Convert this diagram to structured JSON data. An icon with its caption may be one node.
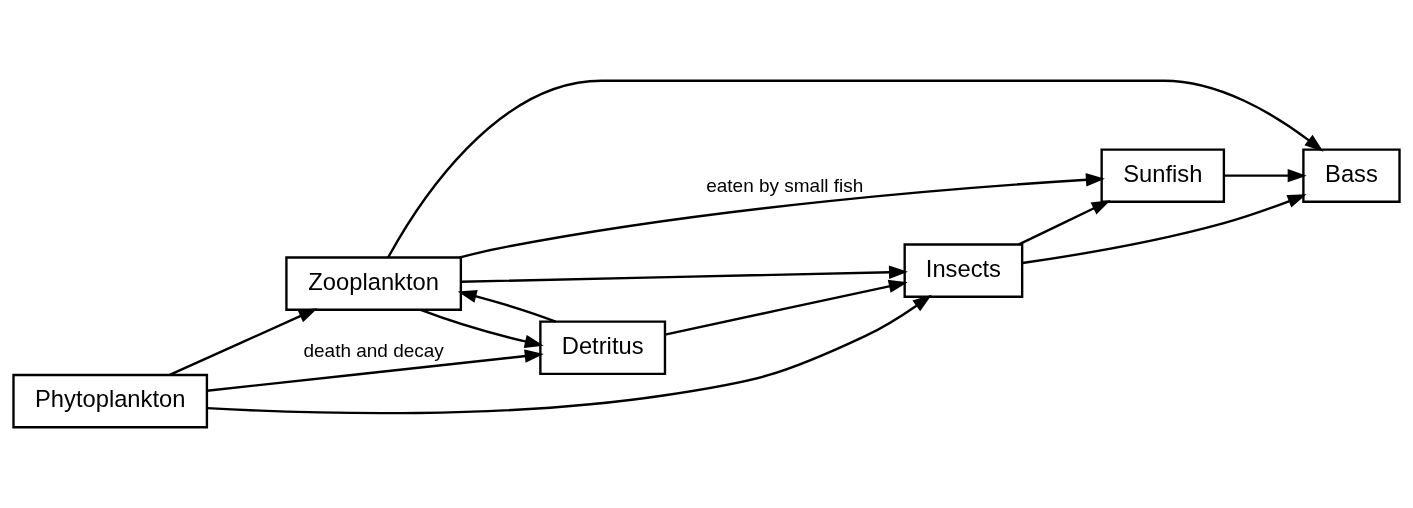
{
  "diagram": {
    "nodes": [
      {
        "text": [
          "Phytoplankton"
        ]
      },
      {
        "text": [
          "Zooplankton"
        ]
      },
      {
        "text": [
          "Detritus"
        ]
      },
      {
        "text": [
          "Insects"
        ]
      },
      {
        "text": [
          "Sunfish"
        ]
      },
      {
        "text": [
          "Bass"
        ]
      }
    ],
    "edges": [
      {
        "from": 0,
        "to": 3,
        "arrow": "to"
      },
      {
        "from": 0,
        "to": 1,
        "arrow": "to"
      },
      {
        "from": 0,
        "to": 2,
        "arrow": "to",
        "label": "death and decay"
      },
      {
        "from": 1,
        "to": 2,
        "arrow": "to"
      },
      {
        "from": 2,
        "to": 1,
        "arrow": "to"
      },
      {
        "from": 1,
        "to": 3,
        "arrow": "to"
      },
      {
        "from": 2,
        "to": 3,
        "arrow": "to"
      },
      {
        "from": 3,
        "to": 4,
        "arrow": "to"
      },
      {
        "from": 4,
        "to": 5,
        "arrow": "to"
      },
      {
        "from": 3,
        "to": 5,
        "arrow": "to"
      },
      {
        "from": 1,
        "to": 4,
        "arrow": "to",
        "label": "eaten by small fish"
      },
      {
        "from": 1,
        "to": 5,
        "arrow": "to"
      }
    ]
  }
}
